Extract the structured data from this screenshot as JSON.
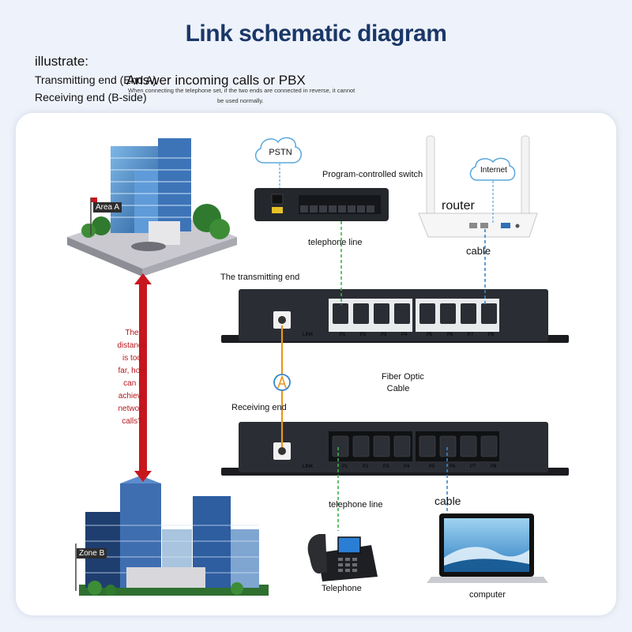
{
  "title": "Link schematic diagram",
  "legend": {
    "heading": "illustrate:",
    "transmitting": "Transmitting end (End A)",
    "receiving": "Receiving end (B-side)",
    "answer": "Answer incoming calls or PBX",
    "note_line1": "When connecting the telephone set, if the two ends are connected in reverse, it cannot",
    "note_line2": "be used normally."
  },
  "labels": {
    "pstn": "PSTN",
    "pbx": "Program-controlled switch",
    "internet": "Internet",
    "router": "router",
    "telephone_line_top": "telephone line",
    "cable_top": "cable",
    "transmitting_end": "The transmitting end",
    "fiber_line1": "Fiber Optic",
    "fiber_line2": "Cable",
    "receiving_end": "Receiving end",
    "telephone_line_bottom": "telephone line",
    "cable_bottom": "cable",
    "telephone": "Telephone",
    "computer": "computer",
    "area_a": "Area A",
    "zone_b": "Zone B",
    "link": "LINK"
  },
  "question": [
    "The",
    "distance",
    "is too",
    "far, how",
    "can I",
    "achieve",
    "network",
    "calls?"
  ],
  "ports": [
    "P1",
    "P2",
    "P3",
    "P4",
    "P5",
    "P6",
    "P7",
    "P8"
  ],
  "colors": {
    "title": "#1b3768",
    "telephone_line": "#3bb34a",
    "network_cable": "#3a86c8",
    "fiber": "#e8961e",
    "arrow": "#c8161d",
    "device": "#2a2d33"
  }
}
